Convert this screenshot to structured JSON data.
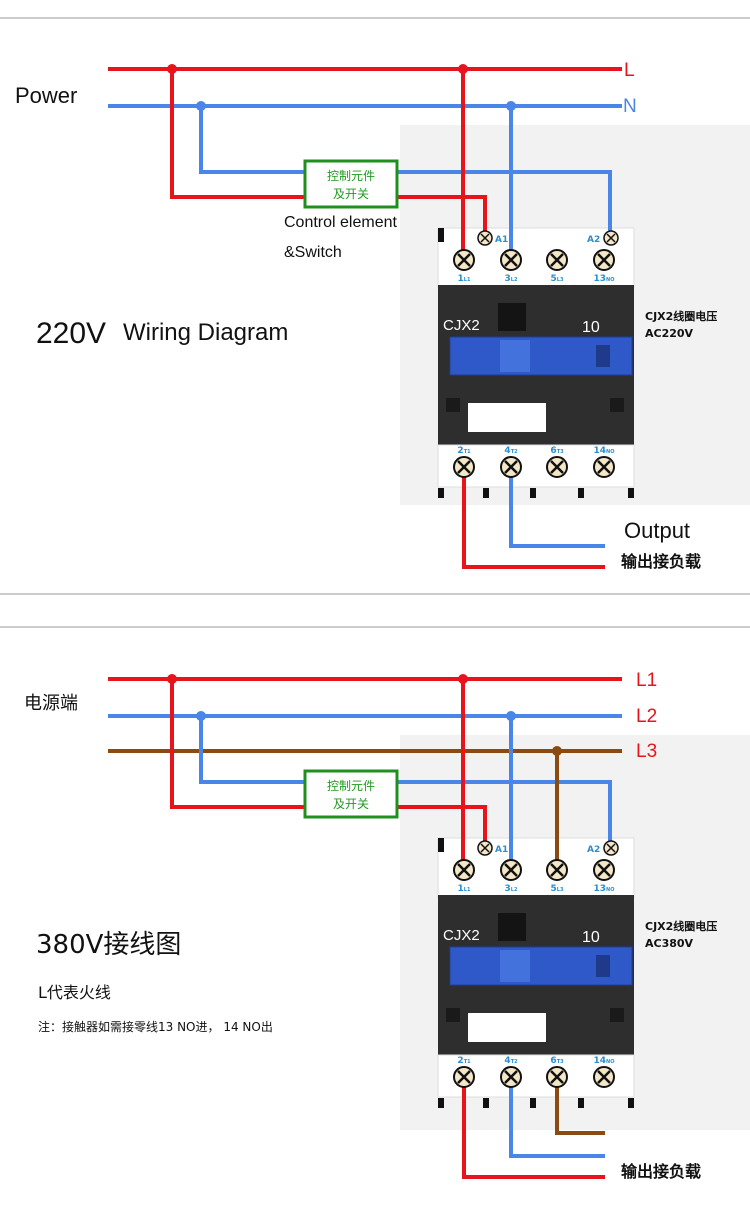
{
  "top": {
    "power_label": "Power",
    "line_L": "L",
    "line_N": "N",
    "control_box": [
      "控制元件",
      "及开关"
    ],
    "control_en_1": "Control element",
    "control_en_2": "&Switch",
    "title_voltage": "220V",
    "title_text": "Wiring Diagram",
    "coil_label_1": "CJX2线圈电压",
    "coil_label_2": "AC220V",
    "output_en": "Output",
    "output_cn": "输出接负载",
    "contactor": {
      "brand": "CJX2",
      "rating": "10",
      "a1": "A1",
      "a2": "A2",
      "top_terminals": [
        {
          "num": "1",
          "sub": "L1"
        },
        {
          "num": "3",
          "sub": "L2"
        },
        {
          "num": "5",
          "sub": "L3"
        },
        {
          "num": "13",
          "sub": "NO"
        }
      ],
      "bottom_terminals": [
        {
          "num": "2",
          "sub": "T1"
        },
        {
          "num": "4",
          "sub": "T2"
        },
        {
          "num": "6",
          "sub": "T3"
        },
        {
          "num": "14",
          "sub": "NO"
        }
      ]
    }
  },
  "bottom": {
    "power_label": "电源端",
    "line_L1": "L1",
    "line_L2": "L2",
    "line_L3": "L3",
    "control_box": [
      "控制元件",
      "及开关"
    ],
    "title": "380V接线图",
    "note_1": "L代表火线",
    "note_2": "注：接触器如需接零线13 NO进， 14 NO出",
    "coil_label_1": "CJX2线圈电压",
    "coil_label_2": "AC380V",
    "output_cn": "输出接负载",
    "contactor": {
      "brand": "CJX2",
      "rating": "10",
      "a1": "A1",
      "a2": "A2",
      "top_terminals": [
        {
          "num": "1",
          "sub": "L1"
        },
        {
          "num": "3",
          "sub": "L2"
        },
        {
          "num": "5",
          "sub": "L3"
        },
        {
          "num": "13",
          "sub": "NO"
        }
      ],
      "bottom_terminals": [
        {
          "num": "2",
          "sub": "T1"
        },
        {
          "num": "4",
          "sub": "T2"
        },
        {
          "num": "6",
          "sub": "T3"
        },
        {
          "num": "14",
          "sub": "NO"
        }
      ]
    }
  },
  "colors": {
    "live": "#e8141b",
    "neutral": "#4a86e8",
    "third_phase": "#8b4a12",
    "control_border": "#1f8f1f",
    "control_text": "#1f9a1f",
    "terminal_label": "#2a8fd0",
    "contactor_body": "#2e2e2e",
    "contactor_window": "#2f59c9"
  }
}
